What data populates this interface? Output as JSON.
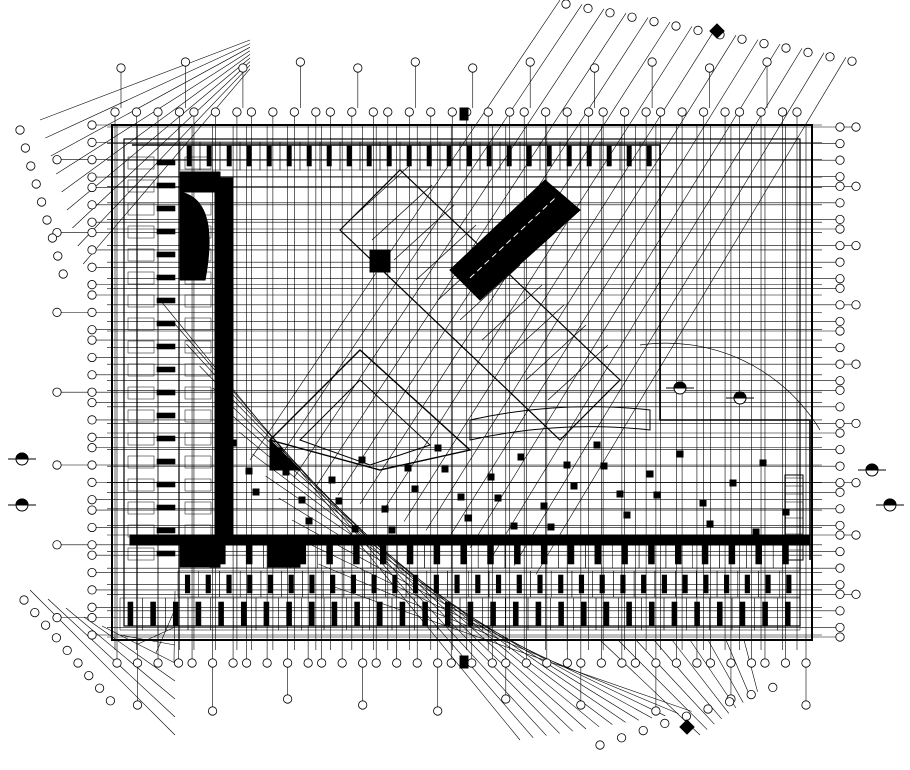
{
  "drawing": {
    "type": "architectural-floor-plan",
    "ink_color": "#000000",
    "paper_color": "#ffffff",
    "grid_bubble_count_top": 36,
    "grid_bubble_count_bottom": 38,
    "grid_bubble_count_left": 34,
    "grid_bubble_count_right": 36,
    "diagonal_grid_count": 14,
    "parking_bays_top_row": 24,
    "parking_bays_bottom_row": 30,
    "parking_bays_left_column": 18,
    "section_markers": 6
  }
}
